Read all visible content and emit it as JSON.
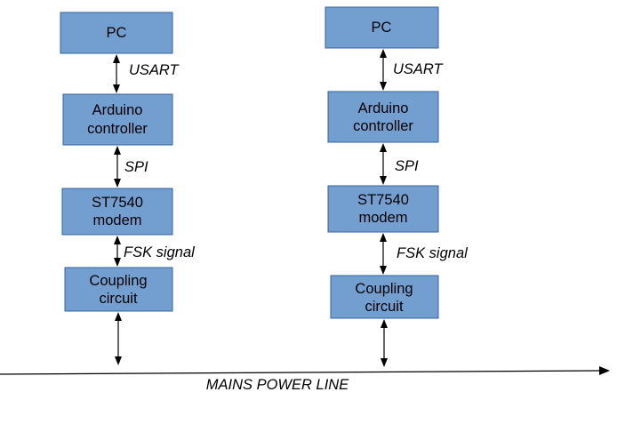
{
  "nodes": [
    {
      "blocks": [
        {
          "id": "pc",
          "lines": [
            "PC"
          ]
        },
        {
          "id": "arduino",
          "lines": [
            "Arduino",
            "controller"
          ]
        },
        {
          "id": "modem",
          "lines": [
            "ST7540",
            "modem"
          ]
        },
        {
          "id": "coupling",
          "lines": [
            "Coupling",
            "circuit"
          ]
        }
      ],
      "links": [
        "USART",
        "SPI",
        "FSK signal"
      ]
    },
    {
      "blocks": [
        {
          "id": "pc",
          "lines": [
            "PC"
          ]
        },
        {
          "id": "arduino",
          "lines": [
            "Arduino",
            "controller"
          ]
        },
        {
          "id": "modem",
          "lines": [
            "ST7540",
            "modem"
          ]
        },
        {
          "id": "coupling",
          "lines": [
            "Coupling",
            "circuit"
          ]
        }
      ],
      "links": [
        "USART",
        "SPI",
        "FSK signal"
      ]
    }
  ],
  "mains_label": "MAINS POWER LINE",
  "colors": {
    "block_fill": "#729fcf",
    "block_stroke": "#3465a4",
    "line": "#000000"
  }
}
